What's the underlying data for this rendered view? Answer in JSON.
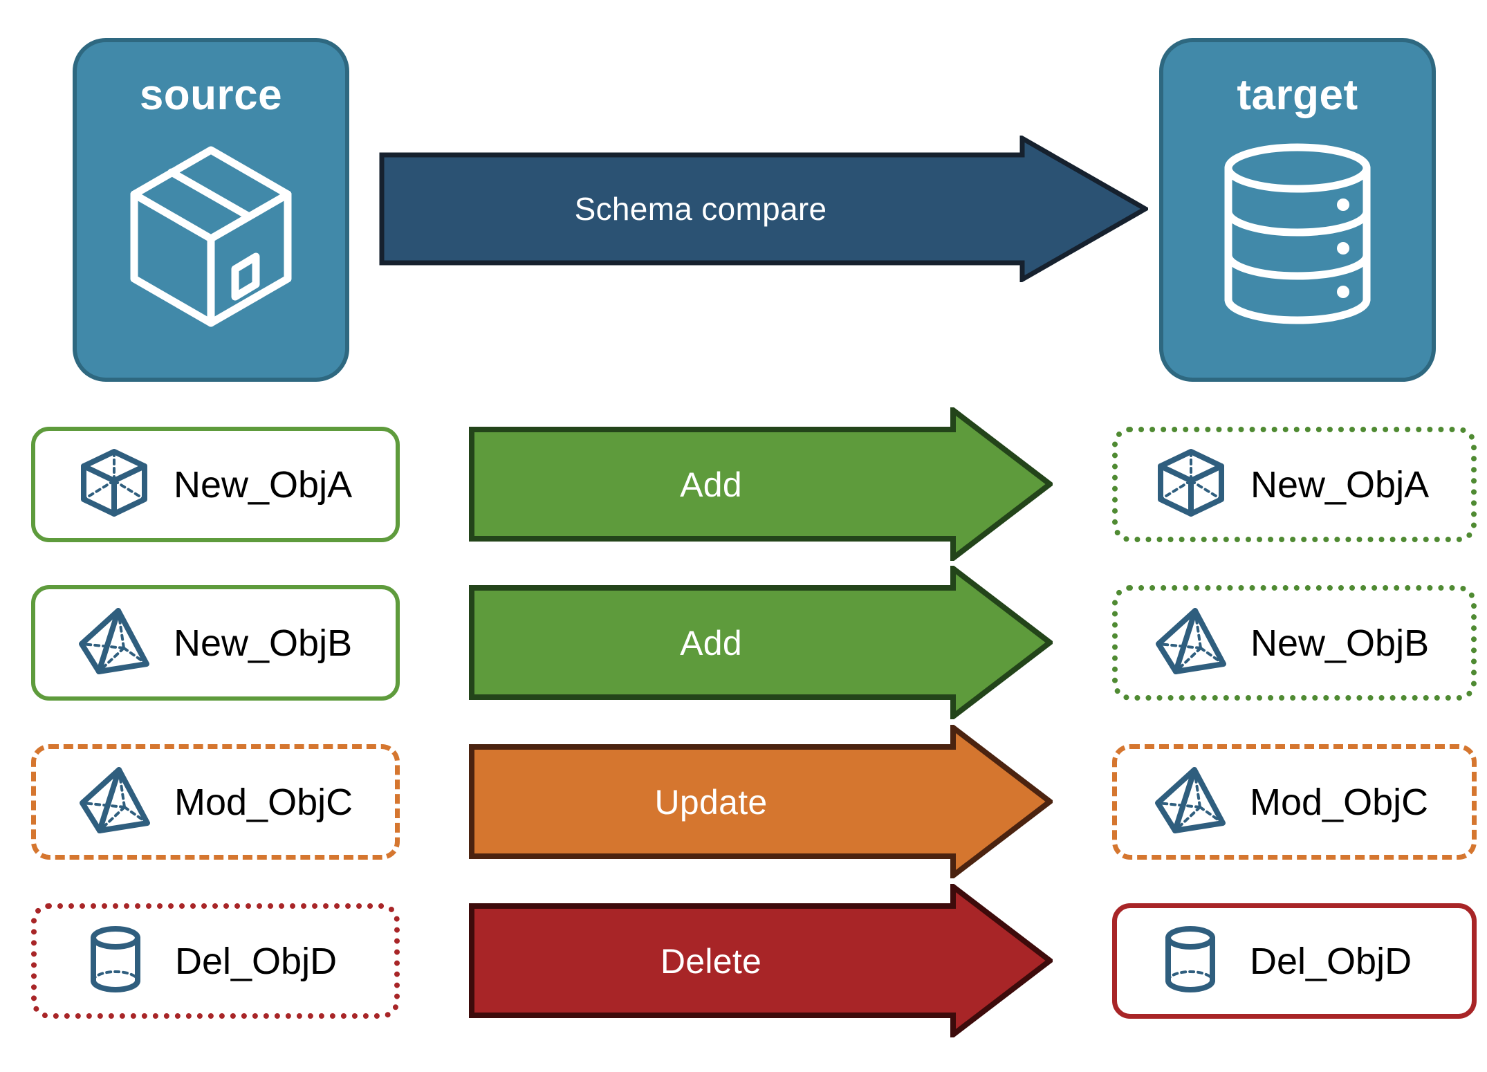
{
  "diagram": {
    "title": "Schema compare source to target",
    "background": "#ffffff"
  },
  "endpoints": {
    "source": {
      "label": "source",
      "icon": "package-box-icon",
      "fill": "#4189A9",
      "stroke": "#2E6880",
      "text_color": "#ffffff"
    },
    "target": {
      "label": "target",
      "icon": "database-cylinder-icon",
      "fill": "#4189A9",
      "stroke": "#2E6880",
      "text_color": "#ffffff"
    }
  },
  "main_arrow": {
    "label": "Schema compare",
    "fill": "#2B5273",
    "stroke": "#16212E",
    "text_color": "#ffffff"
  },
  "icon_color": "#2F5E7E",
  "status_colors": {
    "add": "#5E9B3C",
    "add_border_dark": "#23441A",
    "update": "#D5762F",
    "update_border_dark": "#4B2310",
    "delete": "#A82527",
    "delete_border_dark": "#3D0B0B"
  },
  "rows": [
    {
      "source": {
        "label": "New_ObjA",
        "icon": "cube-wireframe-icon",
        "border_color": "#5E9B3C",
        "border_style": "solid"
      },
      "action": {
        "label": "Add",
        "fill": "#5E9B3C",
        "stroke": "#23441A"
      },
      "target": {
        "label": "New_ObjA",
        "icon": "cube-wireframe-icon",
        "border_color": "#4F8A32",
        "border_style": "dotted"
      }
    },
    {
      "source": {
        "label": "New_ObjB",
        "icon": "pyramid-wireframe-icon",
        "border_color": "#5E9B3C",
        "border_style": "solid"
      },
      "action": {
        "label": "Add",
        "fill": "#5E9B3C",
        "stroke": "#23441A"
      },
      "target": {
        "label": "New_ObjB",
        "icon": "pyramid-wireframe-icon",
        "border_color": "#4F8A32",
        "border_style": "dotted"
      }
    },
    {
      "source": {
        "label": "Mod_ObjC",
        "icon": "pyramid-wireframe-icon",
        "border_color": "#D5762F",
        "border_style": "dashed"
      },
      "action": {
        "label": "Update",
        "fill": "#D5762F",
        "stroke": "#4B2310"
      },
      "target": {
        "label": "Mod_ObjC",
        "icon": "pyramid-wireframe-icon",
        "border_color": "#D5762F",
        "border_style": "dashed"
      }
    },
    {
      "source": {
        "label": "Del_ObjD",
        "icon": "cylinder-wireframe-icon",
        "border_color": "#A82527",
        "border_style": "dotted"
      },
      "action": {
        "label": "Delete",
        "fill": "#A82527",
        "stroke": "#3D0B0B"
      },
      "target": {
        "label": "Del_ObjD",
        "icon": "cylinder-wireframe-icon",
        "border_color": "#A82527",
        "border_style": "solid"
      }
    }
  ]
}
